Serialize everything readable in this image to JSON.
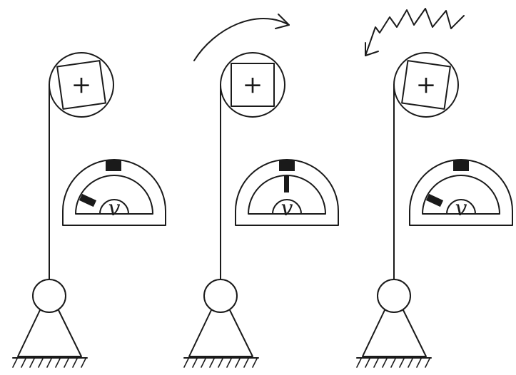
{
  "colors": {
    "ink": "#1a1a1a",
    "paper": "#ffffff"
  },
  "panels": [
    {
      "id": "panel-1",
      "loop_rotation_deg": -8,
      "loop_symbol": "+",
      "meter_label": "v",
      "needle_reading": "left",
      "motion_indicator": "none"
    },
    {
      "id": "panel-2",
      "loop_rotation_deg": 0,
      "loop_symbol": "+",
      "meter_label": "v",
      "needle_reading": "center",
      "motion_indicator": "curved-arrow-clockwise"
    },
    {
      "id": "panel-3",
      "loop_rotation_deg": 8,
      "loop_symbol": "+",
      "meter_label": "v",
      "needle_reading": "left",
      "motion_indicator": "zigzag-arrow"
    }
  ]
}
